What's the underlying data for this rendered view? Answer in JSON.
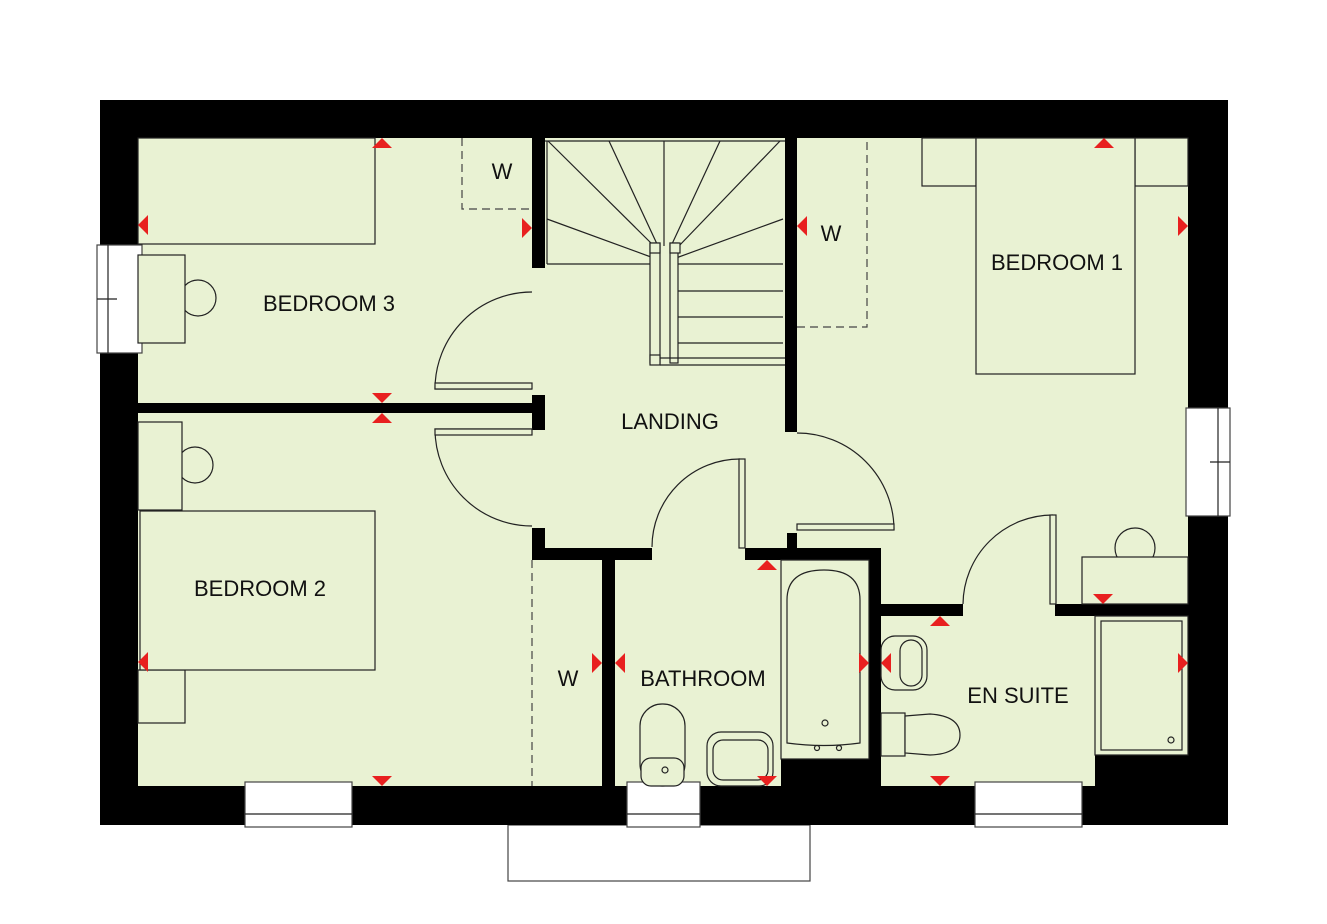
{
  "plan": {
    "rooms": {
      "bedroom3": "BEDROOM 3",
      "bedroom2": "BEDROOM 2",
      "bedroom1": "BEDROOM 1",
      "landing": "LANDING",
      "bathroom": "BATHROOM",
      "ensuite": "EN SUITE"
    },
    "wardrobes": {
      "w1": "W",
      "w2": "W",
      "w3": "W"
    },
    "colors": {
      "floor": "#e9f2d3",
      "wall": "#000000",
      "marker": "#e8201f"
    }
  }
}
